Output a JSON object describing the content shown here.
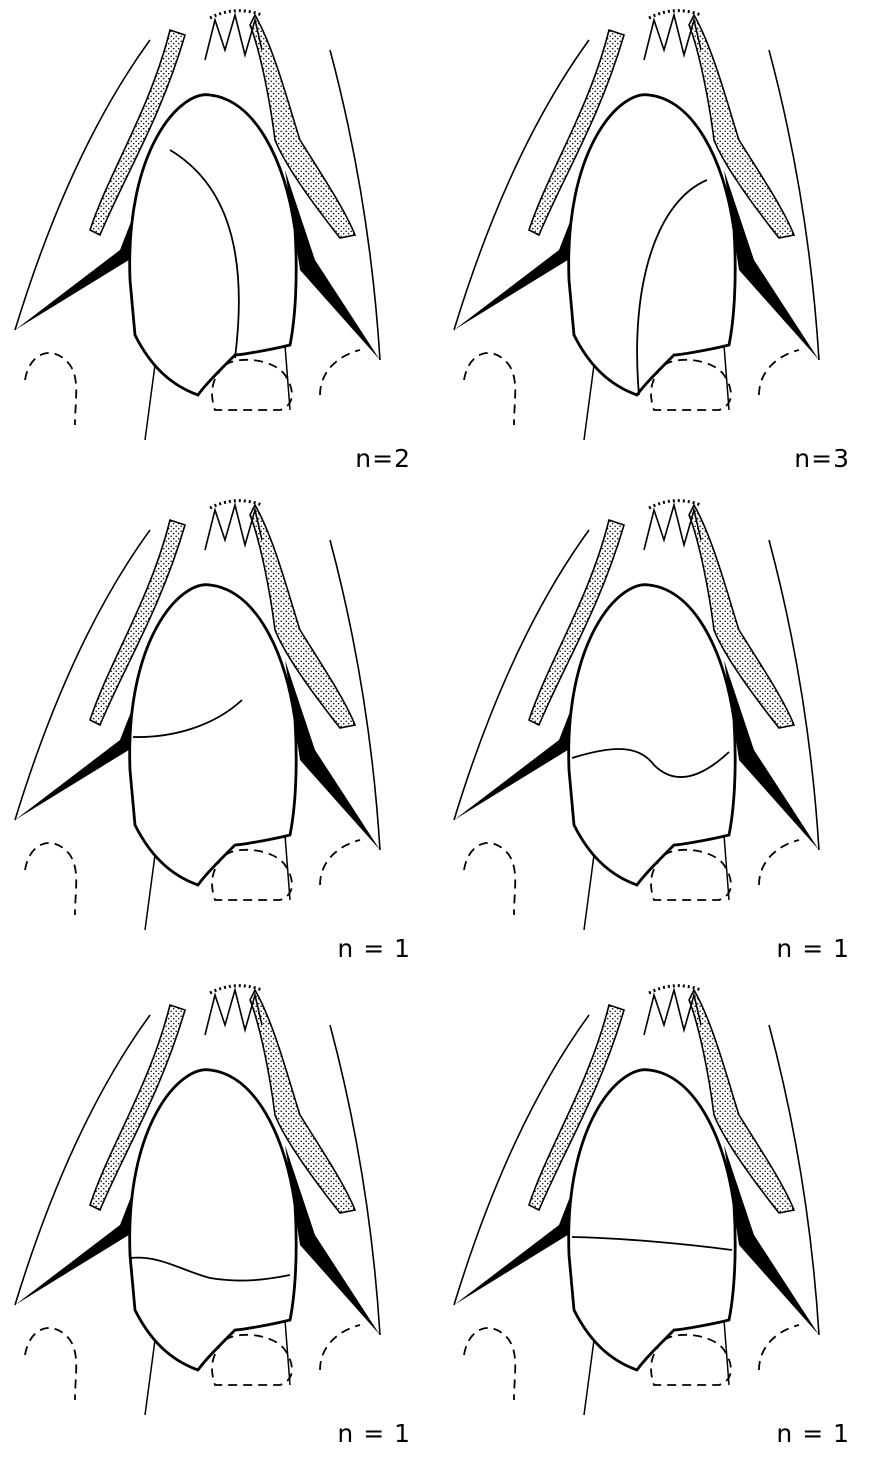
{
  "panels": [
    {
      "label": "n=2"
    },
    {
      "label": "n=3"
    },
    {
      "label": "n = 1"
    },
    {
      "label": "n = 1"
    },
    {
      "label": "n = 1"
    },
    {
      "label": "n = 1"
    }
  ]
}
